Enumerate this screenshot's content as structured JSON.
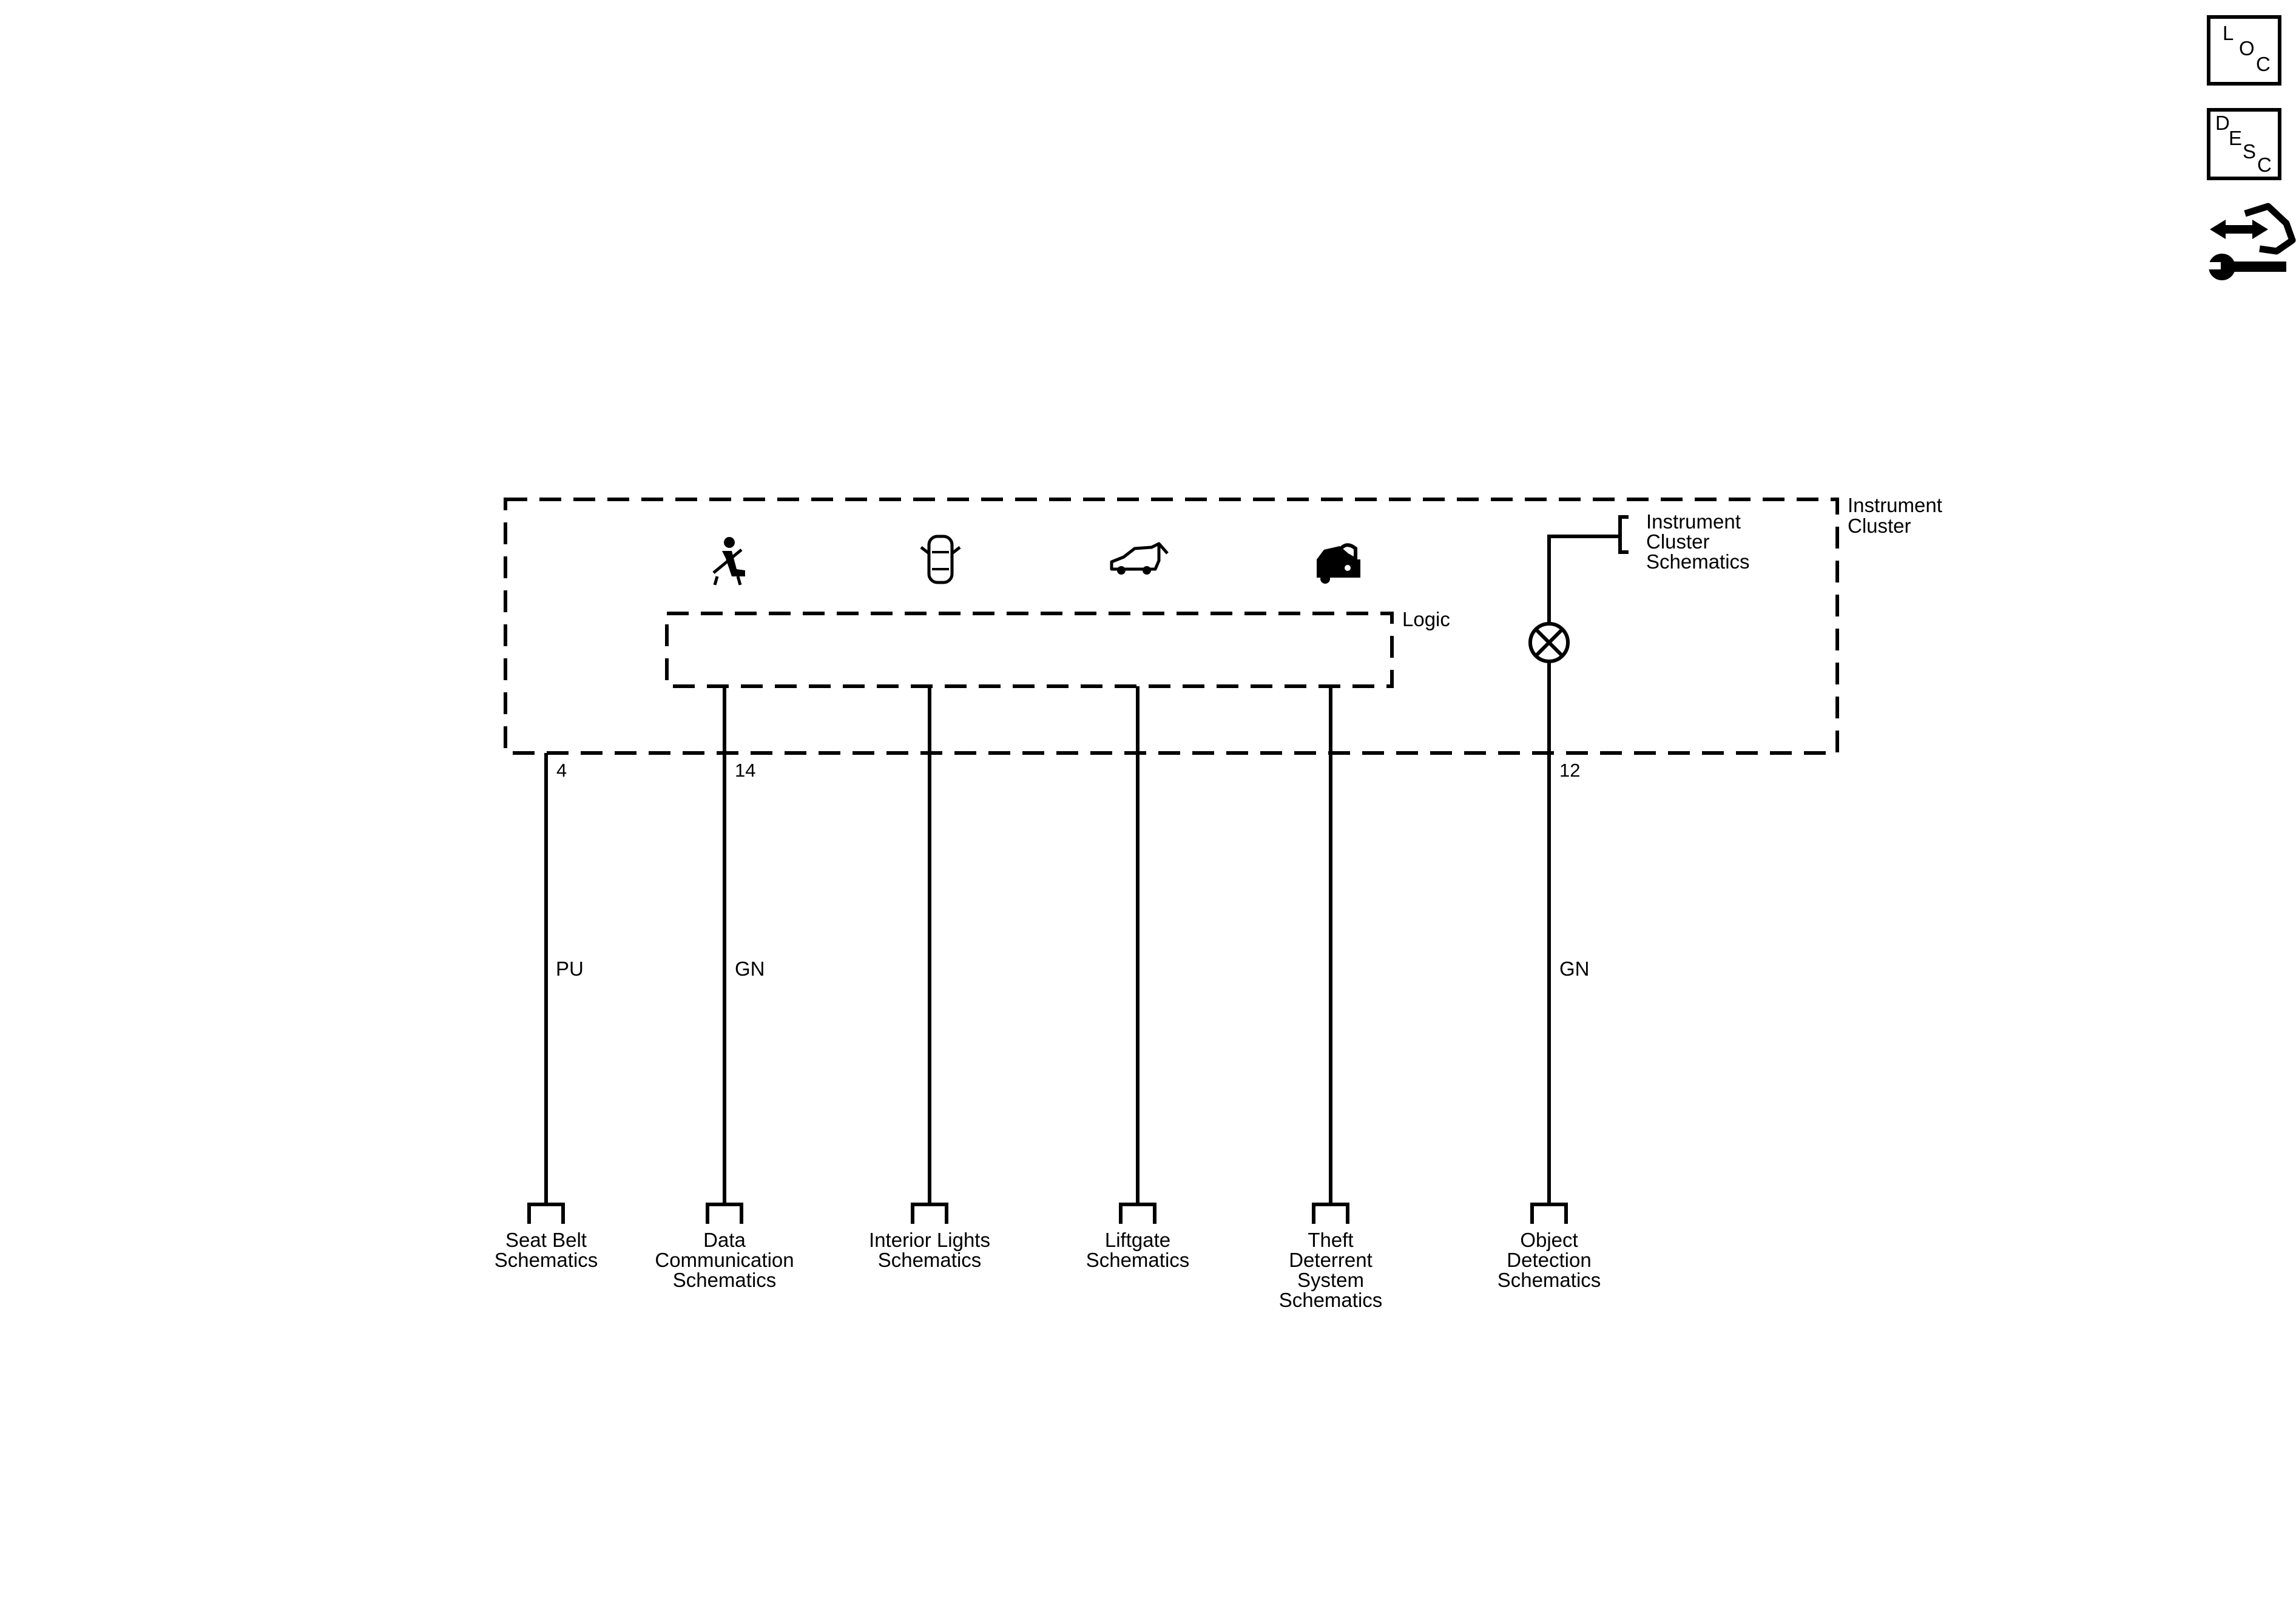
{
  "nav_icons": {
    "loc": {
      "icon": "loc-icon",
      "letters": [
        "L",
        "O",
        "C"
      ]
    },
    "desc": {
      "icon": "desc-icon",
      "letters": [
        "D",
        "E",
        "S",
        "C"
      ]
    },
    "connector_view": {
      "icon": "connector-wrench-icon"
    }
  },
  "modules": {
    "instrument_cluster": {
      "lines": [
        "Instrument",
        "Cluster"
      ]
    },
    "logic": {
      "label": "Logic"
    }
  },
  "cluster_link": {
    "lines": [
      "Instrument",
      "Cluster",
      "Schematics"
    ]
  },
  "indicators": [
    "seat-belt-icon",
    "door-ajar-icon",
    "liftgate-icon",
    "theft-lock-icon",
    "lamp-icon"
  ],
  "circuits": [
    {
      "pin": "4",
      "wire_color": "PU",
      "destination": [
        "Seat Belt",
        "Schematics"
      ]
    },
    {
      "pin": "14",
      "wire_color": "GN",
      "destination": [
        "Data",
        "Communication",
        "Schematics"
      ]
    },
    {
      "pin": "",
      "wire_color": "",
      "destination": [
        "Interior Lights",
        "Schematics"
      ]
    },
    {
      "pin": "",
      "wire_color": "",
      "destination": [
        "Liftgate",
        "Schematics"
      ]
    },
    {
      "pin": "",
      "wire_color": "",
      "destination": [
        "Theft",
        "Deterrent",
        "System",
        "Schematics"
      ]
    },
    {
      "pin": "12",
      "wire_color": "GN",
      "destination": [
        "Object",
        "Detection",
        "Schematics"
      ]
    }
  ]
}
